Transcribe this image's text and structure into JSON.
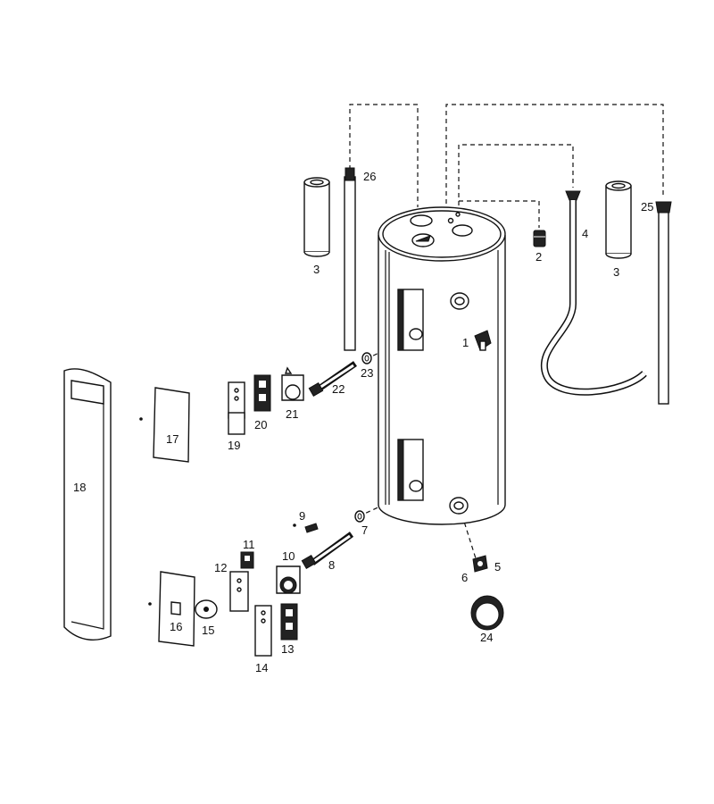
{
  "labels": {
    "p1": "1",
    "p2": "2",
    "p3a": "3",
    "p3b": "3",
    "p4": "4",
    "p5": "5",
    "p6": "6",
    "p7": "7",
    "p8": "8",
    "p9": "9",
    "p10": "10",
    "p11": "11",
    "p12": "12",
    "p13": "13",
    "p14": "14",
    "p15": "15",
    "p16": "16",
    "p17": "17",
    "p18": "18",
    "p19": "19",
    "p20": "20",
    "p21": "21",
    "p22": "22",
    "p23": "23",
    "p24": "24",
    "p25": "25",
    "p26": "26"
  },
  "colors": {
    "line": "#111111",
    "background": "#ffffff",
    "fill": "#222222"
  }
}
